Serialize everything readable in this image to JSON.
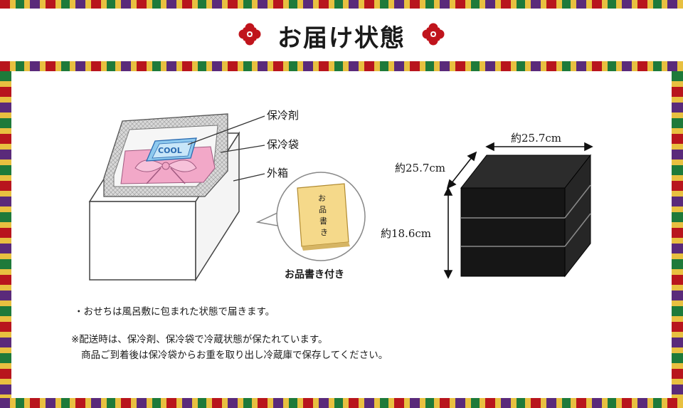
{
  "header": {
    "title": "お届け状態"
  },
  "diagram": {
    "labels": {
      "ice_pack": "保冷剤",
      "cool_bag": "保冷袋",
      "outer_box": "外箱"
    },
    "ice_pack_text": "COOL",
    "menu_card_text": [
      "お",
      "品",
      "書",
      "き"
    ],
    "menu_caption": "お品書き付き"
  },
  "dimensions": {
    "width": "約25.7cm",
    "depth": "約25.7cm",
    "height": "約18.6cm"
  },
  "notes": {
    "line1": "・おせちは風呂敷に包まれた状態で届きます。",
    "line2": "※配送時は、保冷剤、保冷袋で冷蔵状態が保たれています。",
    "line3": "商品ご到着後は保冷袋からお重を取り出し冷蔵庫で保存してください。"
  },
  "colors": {
    "crest": "#c0141c",
    "jubako": "#161616",
    "ice_pack": "#8ec9ee",
    "furoshiki": "#f2a8c8",
    "menu_card": "#f5d98a"
  }
}
